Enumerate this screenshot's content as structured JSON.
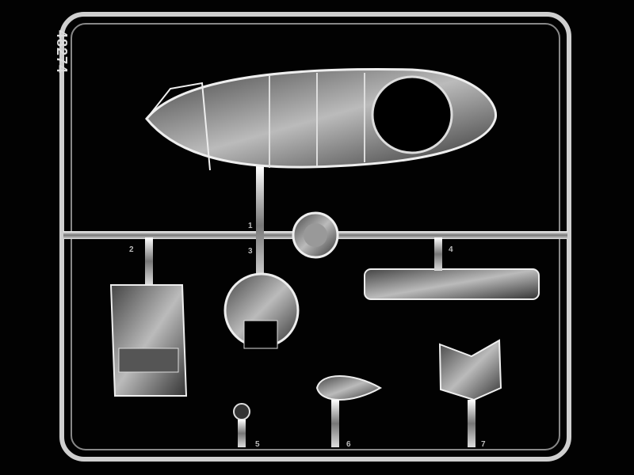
{
  "image": {
    "subject": "Clear plastic model kit sprue on black background",
    "sprue_code": "48274",
    "part_numbers": [
      "1",
      "2",
      "3",
      "4",
      "5",
      "6",
      "7"
    ],
    "colors": {
      "background": "#020202",
      "plastic": "#d8d8d8",
      "highlight": "#ffffff"
    }
  }
}
